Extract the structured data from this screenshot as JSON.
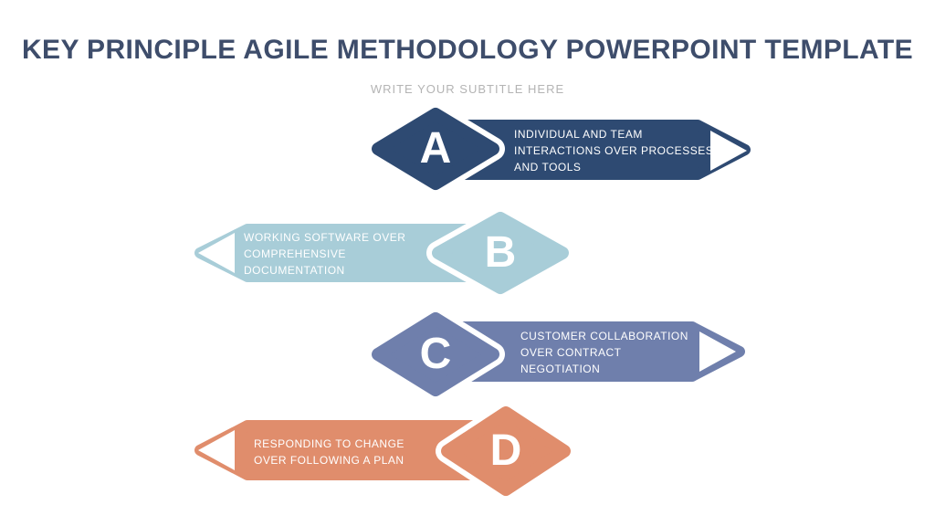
{
  "slide": {
    "title": "KEY PRINCIPLE AGILE METHODOLOGY POWERPOINT TEMPLATE",
    "subtitle": "WRITE YOUR SUBTITLE HERE",
    "background_color": "#ffffff",
    "title_color": "#3e4d6b",
    "subtitle_color": "#b4b4b4"
  },
  "items": [
    {
      "letter": "A",
      "direction": "right",
      "color": "#2e4a72",
      "text": "INDIVIDUAL AND TEAM INTERACTIONS OVER PROCESSES AND TOOLS",
      "lines": [
        "INDIVIDUAL AND TEAM",
        "INTERACTIONS OVER PROCESSES",
        "AND TOOLS"
      ]
    },
    {
      "letter": "B",
      "direction": "left",
      "color": "#a8cdd8",
      "text": "WORKING SOFTWARE OVER COMPREHENSIVE DOCUMENTATION",
      "lines": [
        "WORKING SOFTWARE OVER",
        "COMPREHENSIVE",
        "DOCUMENTATION"
      ]
    },
    {
      "letter": "C",
      "direction": "right",
      "color": "#6f7fac",
      "text": "CUSTOMER COLLABORATION OVER CONTRACT NEGOTIATION",
      "lines": [
        "CUSTOMER COLLABORATION",
        "OVER CONTRACT",
        "NEGOTIATION"
      ]
    },
    {
      "letter": "D",
      "direction": "left",
      "color": "#e08d6c",
      "text": "RESPONDING TO CHANGE OVER FOLLOWING A PLAN",
      "lines": [
        "RESPONDING TO CHANGE",
        "OVER FOLLOWING A PLAN"
      ]
    }
  ]
}
